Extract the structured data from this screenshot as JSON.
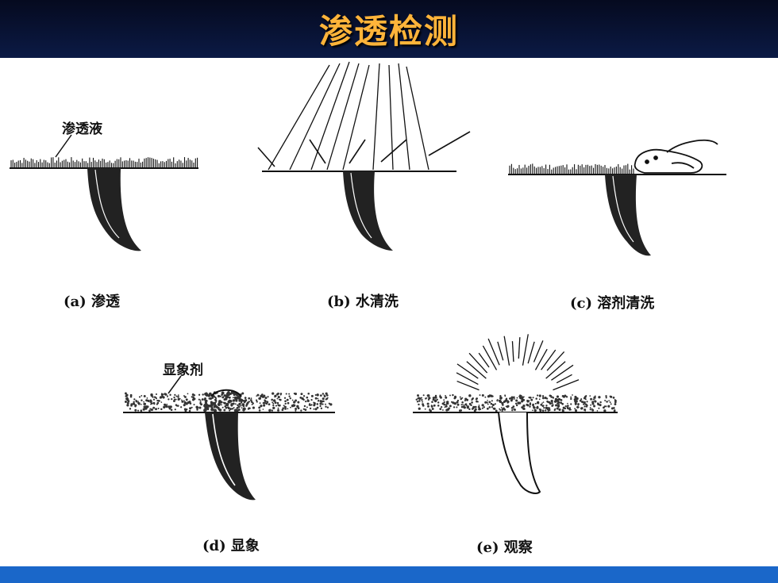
{
  "slide": {
    "title": "渗透检测",
    "colors": {
      "title_text": "#ffb43a",
      "title_bar": "#0b1a45",
      "bottom_bar": "#1a67c9"
    }
  },
  "diagram": {
    "panels": [
      {
        "id": "a",
        "caption": "(a) 渗透",
        "label": "渗透液"
      },
      {
        "id": "b",
        "caption": "(b) 水清洗"
      },
      {
        "id": "c",
        "caption": "(c) 溶剂清洗"
      },
      {
        "id": "d",
        "caption": "(d) 显象",
        "label": "显象剂"
      },
      {
        "id": "e",
        "caption": "(e) 观察"
      }
    ]
  }
}
